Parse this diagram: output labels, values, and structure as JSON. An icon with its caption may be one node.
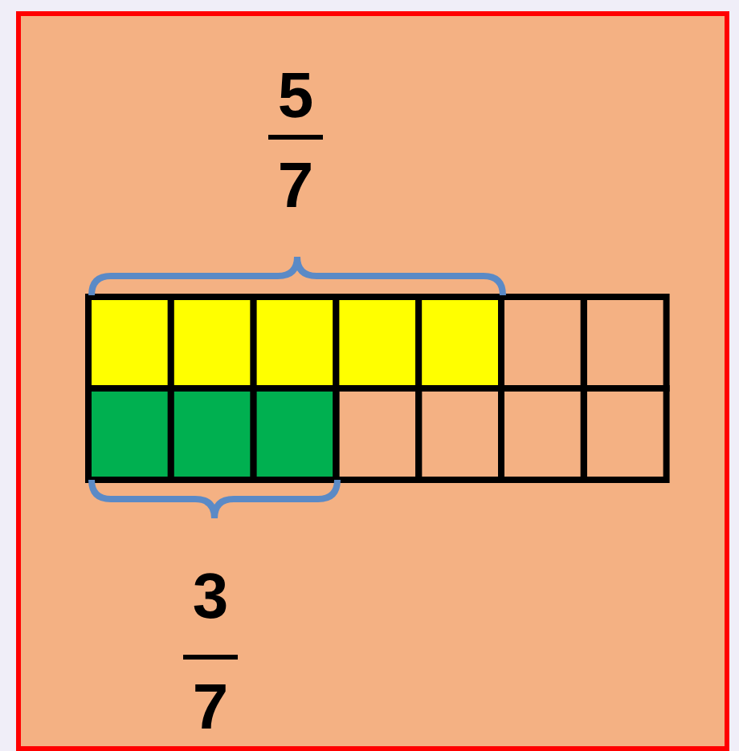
{
  "diagram": {
    "labels": [
      "5",
      "7",
      "3",
      "7"
    ]
  }
}
